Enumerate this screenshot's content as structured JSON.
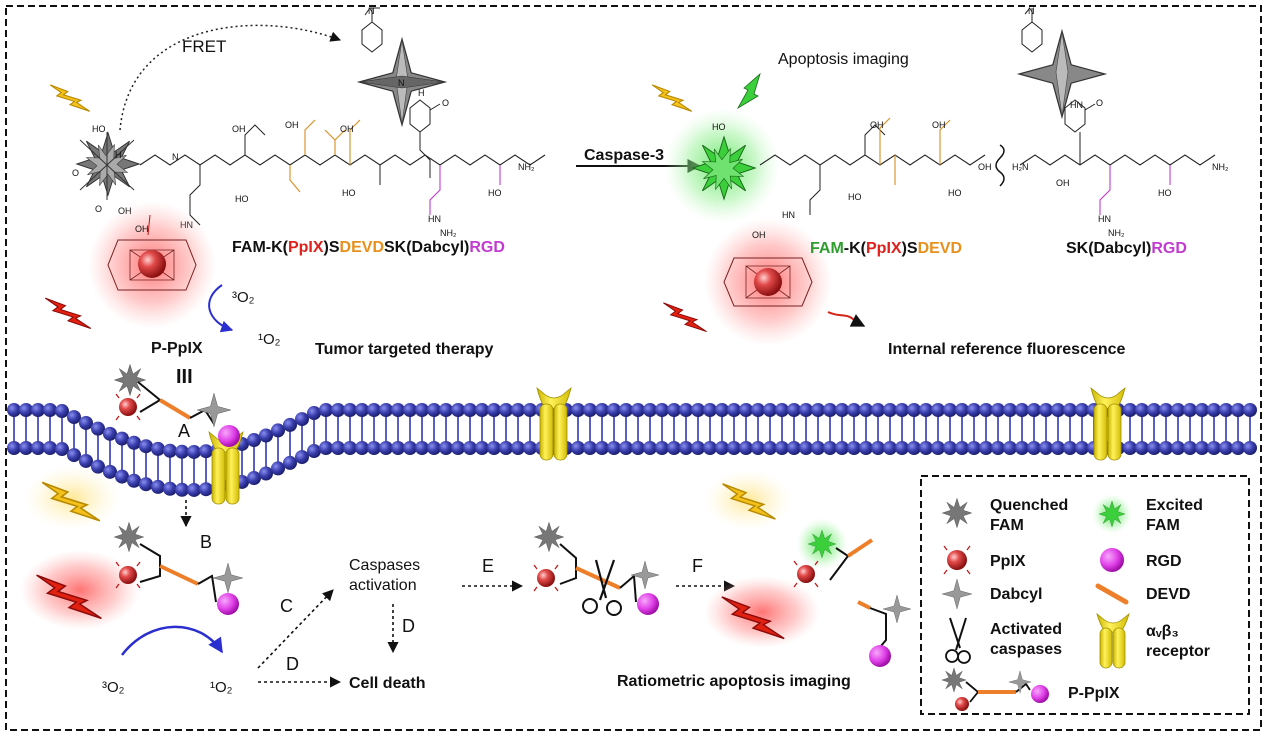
{
  "top": {
    "fret": "FRET",
    "apoptosis_imaging": "Apoptosis imaging",
    "caspase3": "Caspase-3",
    "probe_name": {
      "prefix": "FAM-K(",
      "pplx": "PpIX",
      "mid": ")S",
      "devd": "DEVD",
      "sk": "SK(Dabcyl)",
      "rgd": "RGD"
    },
    "product1": {
      "fam": "FAM",
      "k": "-K(",
      "pplx": "PpIX",
      "s": ")S",
      "devd": "DEVD"
    },
    "product2": {
      "sk": "SK(Dabcyl)",
      "rgd": "RGD"
    },
    "o2_triplet": "³O₂",
    "o2_singlet": "¹O₂",
    "p_pplx": "P-PpIX",
    "tumor_therapy": "Tumor targeted therapy",
    "internal_reference": "Internal reference fluorescence"
  },
  "chem_labels": {
    "ho": "HO",
    "oh": "OH",
    "o": "O",
    "nh2": "NH₂",
    "h": "H",
    "n": "N",
    "hn": "HN",
    "h2n": "H₂N",
    "nh": "NH",
    "n_ring": "N",
    "n_dimethyl": "N"
  },
  "bottom": {
    "step_III": "III",
    "step_A": "A",
    "step_B": "B",
    "step_C": "C",
    "step_D1": "D",
    "step_D2": "D",
    "step_E": "E",
    "step_F": "F",
    "caspases_activation_1": "Caspases",
    "caspases_activation_2": "activation",
    "cell_death": "Cell death",
    "o2_triplet": "³O₂",
    "o2_singlet": "¹O₂",
    "ratiometric": "Ratiometric apoptosis imaging"
  },
  "legend": {
    "quenched_fam_1": "Quenched",
    "quenched_fam_2": "FAM",
    "excited_fam_1": "Excited",
    "excited_fam_2": "FAM",
    "pplx": "PpIX",
    "rgd": "RGD",
    "dabcyl": "Dabcyl",
    "devd": "DEVD",
    "activated_1": "Activated",
    "activated_2": "caspases",
    "receptor_1": "αᵥβ₃",
    "receptor_2": "receptor",
    "p_pplx": "P-PpIX"
  },
  "colors": {
    "red_text": "#e0201b",
    "orange_text": "#e8901c",
    "magenta_text": "#c23bd1",
    "green_text": "#2f9e2f",
    "membrane": "#3a3fae",
    "receptor": "#f5e21a",
    "devd_bar": "#ee7f2a",
    "rgd_dot": "#e040e8"
  }
}
